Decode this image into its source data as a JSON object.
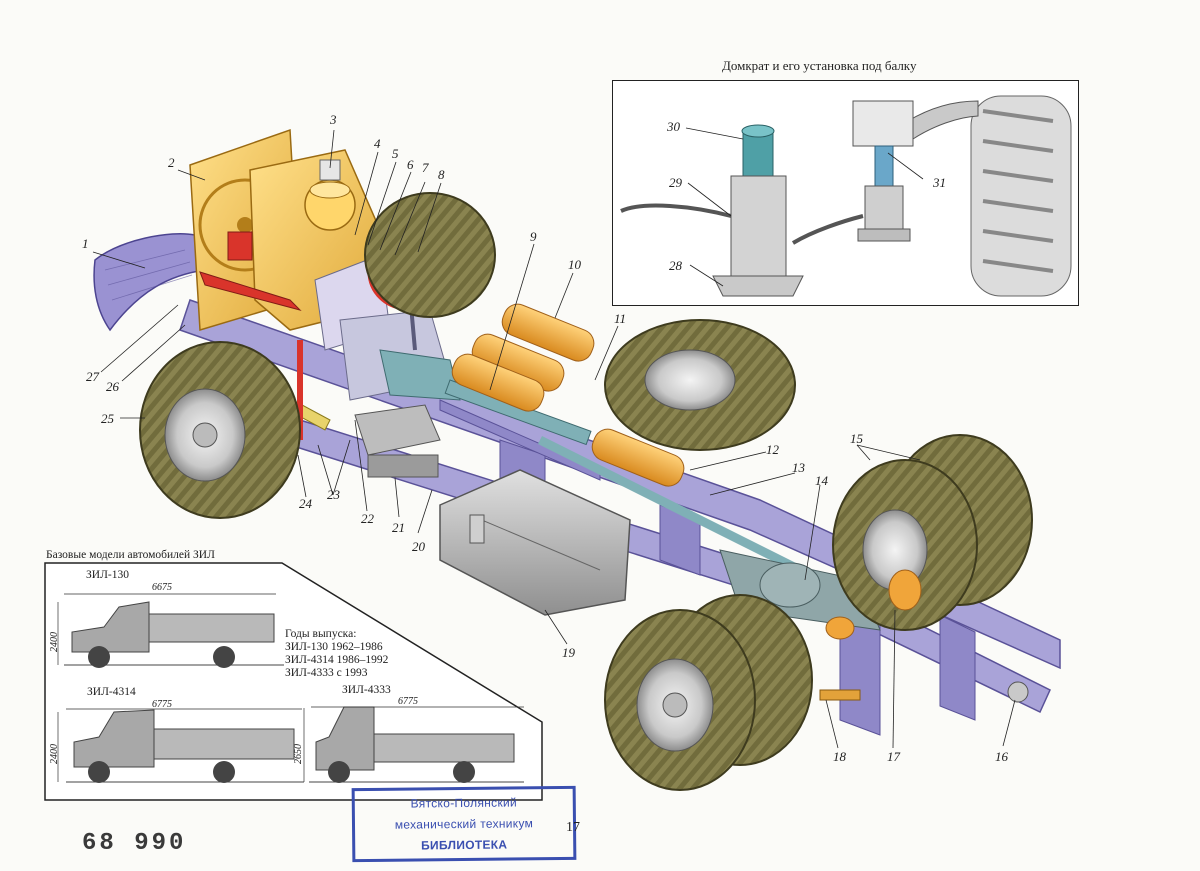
{
  "jack_inset": {
    "title": "Домкрат и его установка под балку",
    "callouts": [
      "30",
      "29",
      "28",
      "31"
    ]
  },
  "main_callouts": [
    "1",
    "2",
    "3",
    "4",
    "5",
    "6",
    "7",
    "8",
    "9",
    "10",
    "11",
    "12",
    "13",
    "14",
    "15",
    "16",
    "17",
    "18",
    "19",
    "20",
    "21",
    "22",
    "23",
    "24",
    "25",
    "26",
    "27"
  ],
  "models_inset": {
    "title": "Базовые модели автомобилей ЗИЛ",
    "models": [
      {
        "name": "ЗИЛ-130",
        "length": "6675",
        "height": "2400"
      },
      {
        "name": "ЗИЛ-4314",
        "length": "6775",
        "height": "2400"
      },
      {
        "name": "ЗИЛ-4333",
        "length": "6775",
        "height": "2650"
      }
    ],
    "years": {
      "title": "Годы выпуска:",
      "lines": [
        "ЗИЛ-130 1962–1986",
        "ЗИЛ-4314 1986–1992",
        "ЗИЛ-4333 с 1993"
      ]
    }
  },
  "stamp": {
    "line1": "Вятско-Полянский",
    "line2": "механический техникум",
    "line3": "БИБЛИОТЕКА"
  },
  "inventory_number": "68 990",
  "page_number": "17",
  "colors": {
    "frame": "#a9a3d8",
    "frame_dark": "#6f67b0",
    "engine": "#f2c14e",
    "tires": "#6e6a3a",
    "tank": "#b9b9b9",
    "cylinders": "#f0a53a",
    "red_parts": "#d9342b",
    "stamp": "#3a4fb0"
  }
}
